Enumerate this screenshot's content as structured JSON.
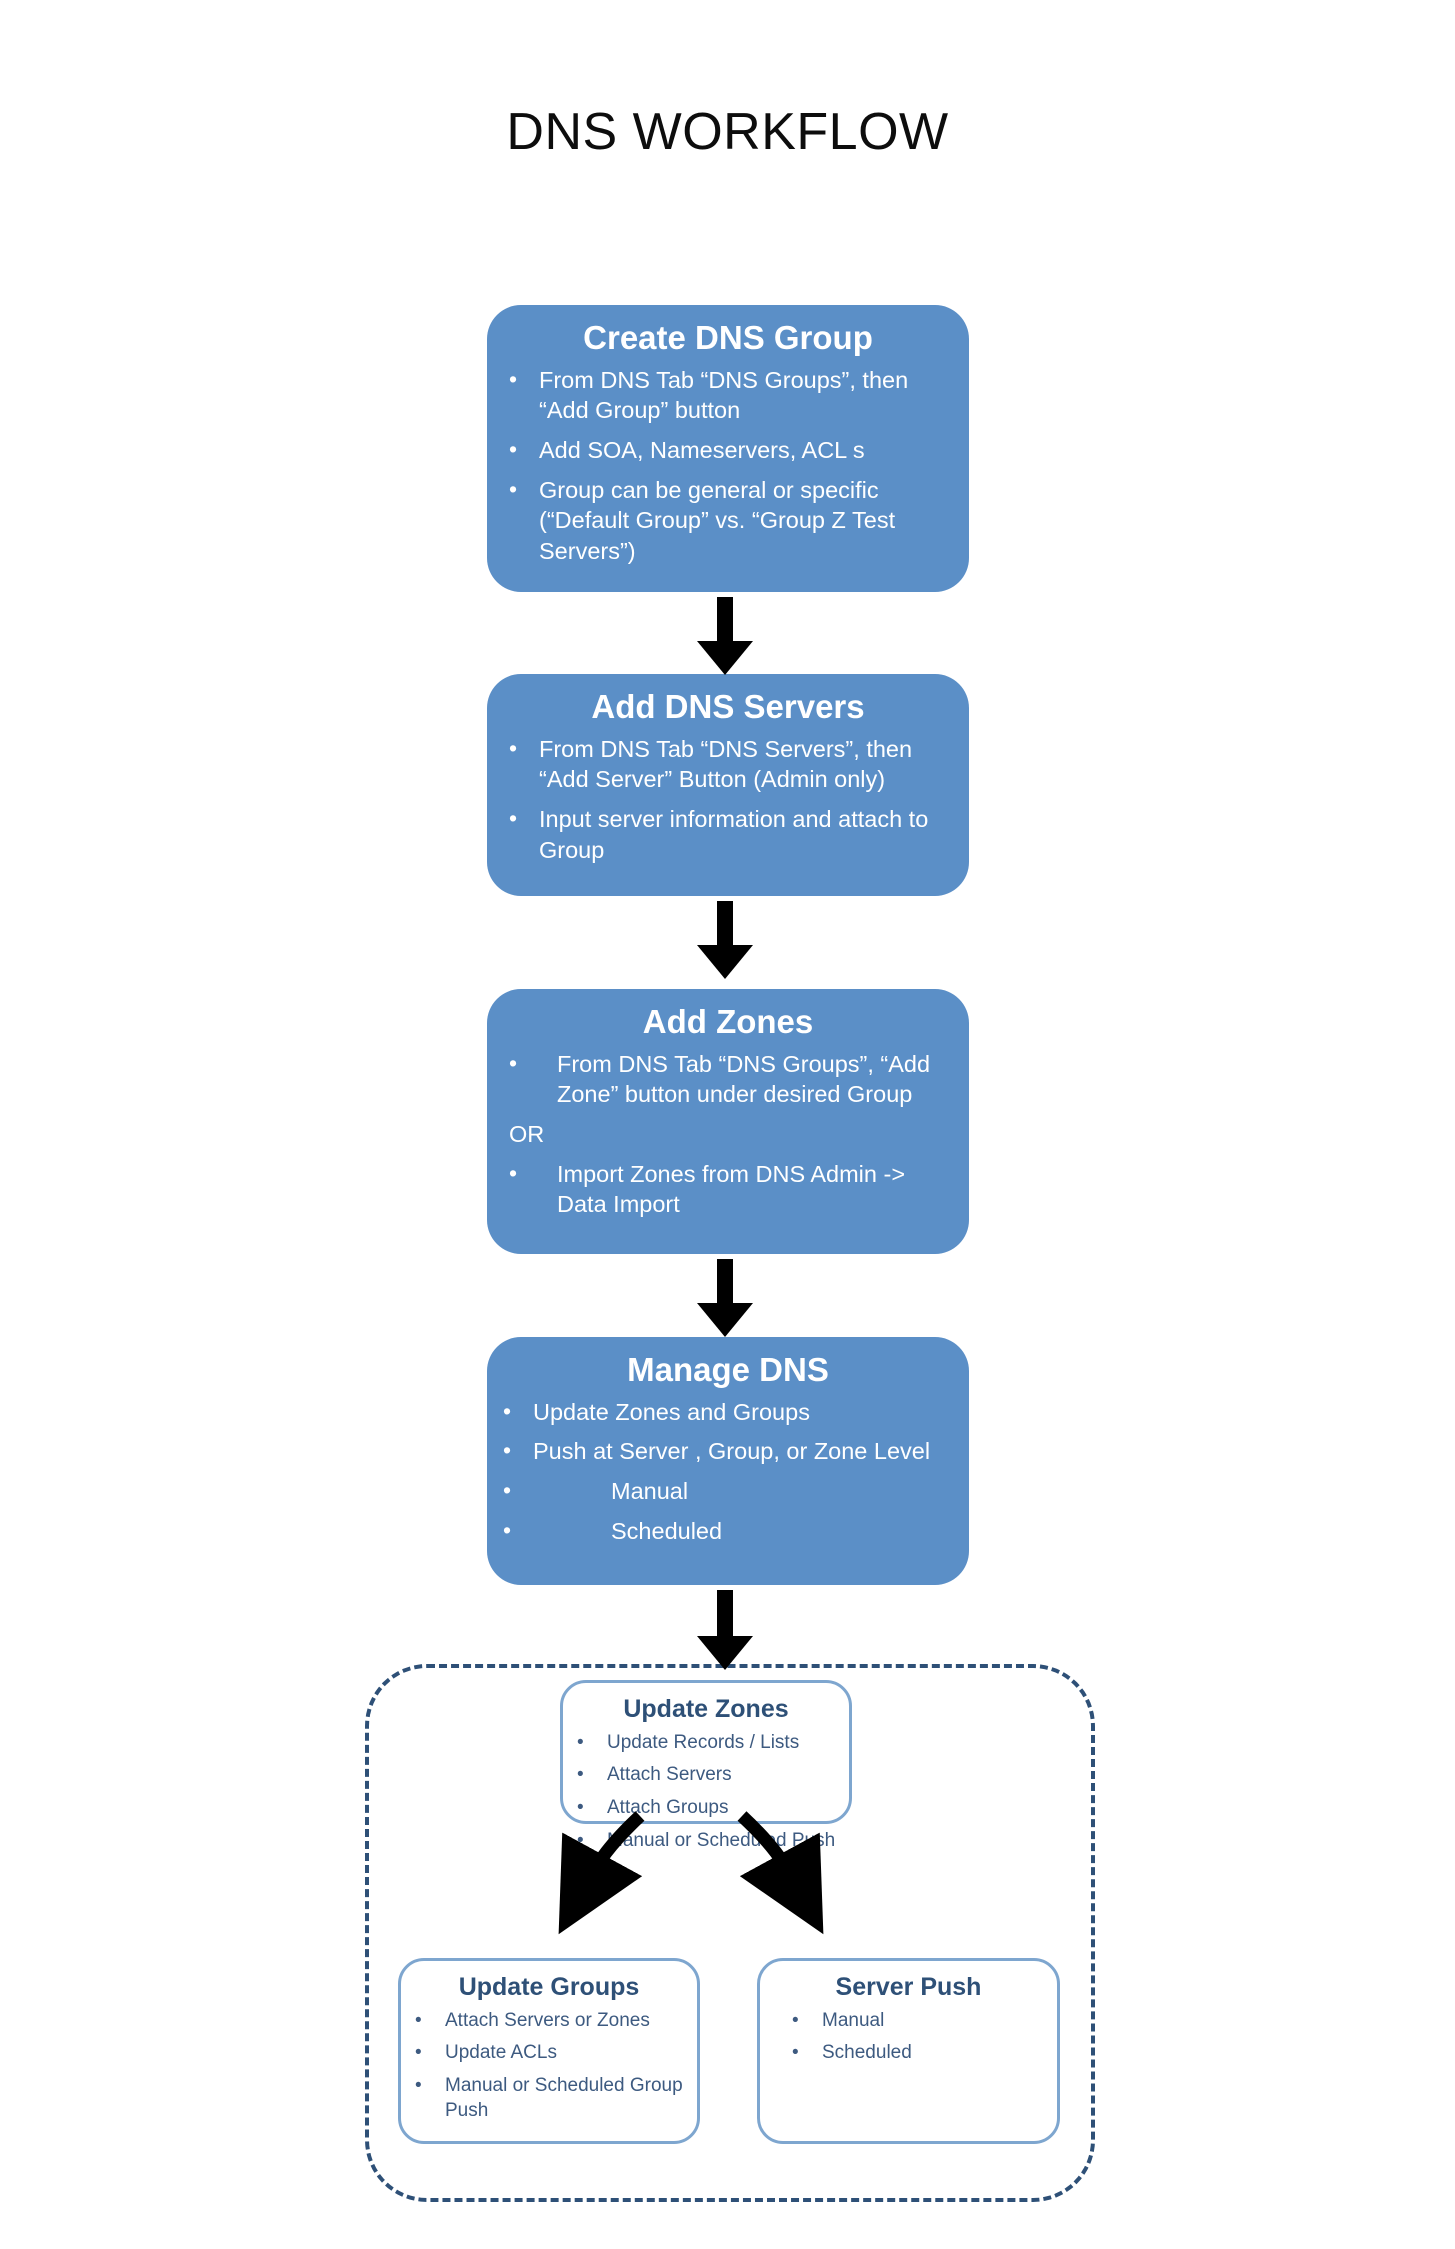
{
  "title": "DNS WORKFLOW",
  "colors": {
    "stage_fill": "#5b8fc7",
    "stage_text": "#ffffff",
    "sub_border": "#7ea6cf",
    "sub_title": "#2e5077",
    "sub_body": "#3d5a80",
    "dashed_border": "#2e5077",
    "arrow": "#000000",
    "page_background": "#ffffff",
    "title_text": "#0d0d0d"
  },
  "stages": [
    {
      "id": "create-dns-group",
      "title": "Create DNS Group",
      "items": [
        {
          "kind": "bullet",
          "text": "From DNS Tab “DNS Groups”, then “Add Group” button"
        },
        {
          "kind": "bullet",
          "text": "Add SOA, Nameservers, ACL s"
        },
        {
          "kind": "bullet",
          "text": "Group can be general or specific (“Default Group” vs. “Group Z Test Servers”)"
        }
      ]
    },
    {
      "id": "add-dns-servers",
      "title": "Add DNS Servers",
      "items": [
        {
          "kind": "bullet",
          "text": "From DNS Tab “DNS Servers”, then “Add Server” Button (Admin only)"
        },
        {
          "kind": "bullet",
          "text": "Input server information and attach to Group"
        }
      ]
    },
    {
      "id": "add-zones",
      "title": "Add  Zones",
      "items": [
        {
          "kind": "bullet",
          "text": "From DNS Tab “DNS Groups”, “Add Zone” button under desired Group"
        },
        {
          "kind": "plain",
          "text": "OR"
        },
        {
          "kind": "bullet",
          "text": "Import Zones from DNS Admin -> Data Import"
        }
      ]
    },
    {
      "id": "manage-dns",
      "title": "Manage DNS",
      "items": [
        {
          "kind": "bullet",
          "text": "Update Zones and Groups"
        },
        {
          "kind": "bullet",
          "text": "Push at Server , Group, or Zone Level"
        },
        {
          "kind": "subbullet",
          "text": "Manual"
        },
        {
          "kind": "subbullet",
          "text": "Scheduled"
        }
      ]
    }
  ],
  "sub_boxes": [
    {
      "id": "update-zones",
      "title": "Update Zones",
      "items": [
        "Update Records / Lists",
        "Attach Servers",
        "Attach Groups",
        "Manual or Scheduled Push"
      ]
    },
    {
      "id": "update-groups",
      "title": "Update Groups",
      "items": [
        "Attach Servers or Zones",
        "Update ACLs",
        "Manual or Scheduled Group Push"
      ]
    },
    {
      "id": "server-push",
      "title": "Server Push",
      "items": [
        "Manual",
        "Scheduled"
      ]
    }
  ],
  "bullet_glyph": "•",
  "flow_arrows": [
    {
      "name": "arrow-create-to-servers"
    },
    {
      "name": "arrow-servers-to-zones"
    },
    {
      "name": "arrow-zones-to-manage"
    },
    {
      "name": "arrow-manage-to-update-zones"
    },
    {
      "name": "arrow-update-zones-to-update-groups"
    },
    {
      "name": "arrow-update-zones-to-server-push"
    }
  ]
}
